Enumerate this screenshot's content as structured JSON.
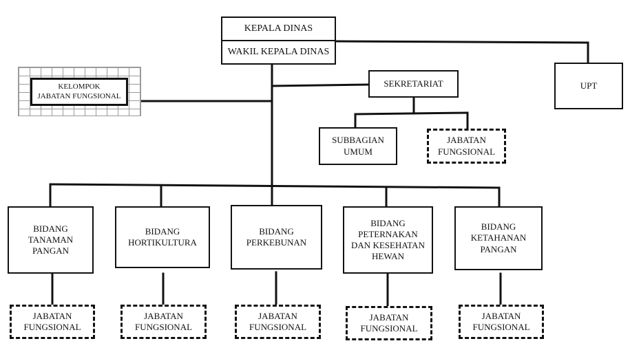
{
  "org_chart": {
    "kepala_dinas": "KEPALA DINAS",
    "wakil_kepala_dinas": "WAKIL KEPALA DINAS",
    "upt": "UPT",
    "sekretariat": "SEKRETARIAT",
    "subbagian_umum": "SUBBAGIAN\nUMUM",
    "sekretariat_fungsional": "JABATAN\nFUNGSIONAL",
    "kelompok_fungsional": "KELOMPOK\nJABATAN FUNGSIONAL",
    "bidang": [
      {
        "label": "BIDANG\nTANAMAN\nPANGAN",
        "fungsional": "JABATAN\nFUNGSIONAL"
      },
      {
        "label": "BIDANG\nHORTIKULTURA",
        "fungsional": "JABATAN\nFUNGSIONAL"
      },
      {
        "label": "BIDANG\nPERKEBUNAN",
        "fungsional": "JABATAN\nFUNGSIONAL"
      },
      {
        "label": "BIDANG\nPETERNAKAN\nDAN  KESEHATAN\nHEWAN",
        "fungsional": "JABATAN\nFUNGSIONAL"
      },
      {
        "label": "BIDANG\nKETAHANAN\nPANGAN",
        "fungsional": "JABATAN\nFUNGSIONAL"
      }
    ]
  }
}
